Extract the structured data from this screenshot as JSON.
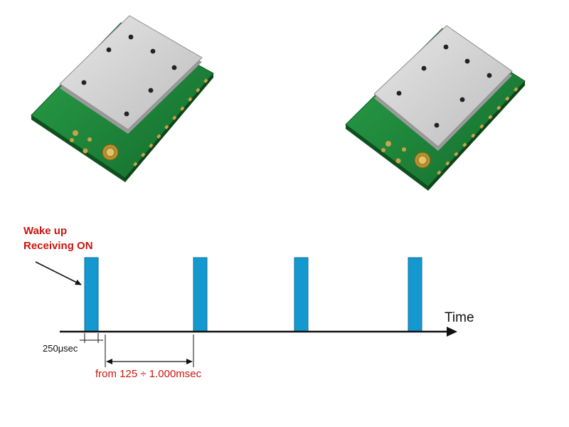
{
  "diagram": {
    "wake_label_line1": "Wake up",
    "wake_label_line2": "Receiving ON",
    "time_label": "Time",
    "pulse_duration_label": "250μsec",
    "period_label": "from 125 ÷ 1.000msec",
    "pulse_count": 4
  },
  "colors": {
    "pulse": "#1399cf",
    "pulse_outline": "#0d6f96",
    "accent_text": "#c8160f",
    "pcb_green": "#1e8a3c",
    "shield_metal": "#d3d3d3",
    "gold_pad": "#c9a34a",
    "axis": "#111111"
  },
  "modules": [
    {
      "name": "rf-module-left",
      "icon": "rf-module-icon"
    },
    {
      "name": "rf-module-right",
      "icon": "rf-module-icon"
    }
  ]
}
